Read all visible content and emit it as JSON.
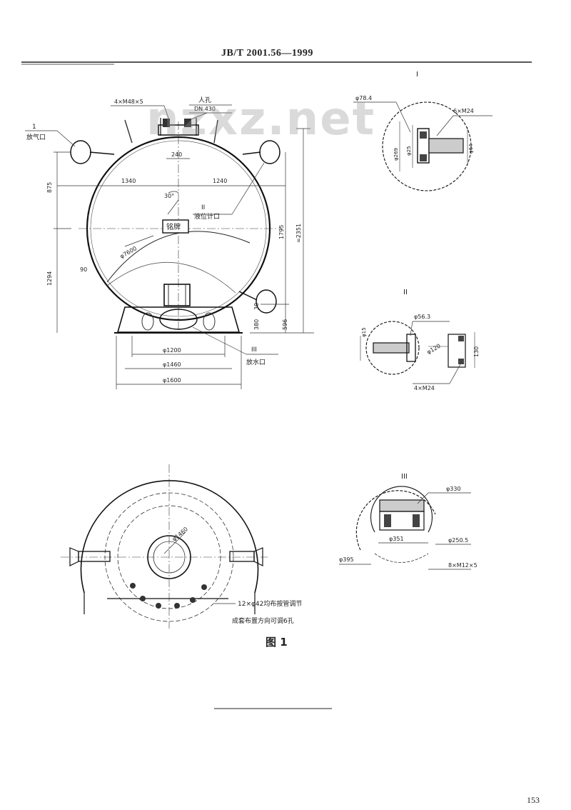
{
  "header": {
    "title": "JB/T 2001.56—1999"
  },
  "watermark": "nzxz.net",
  "caption": "图 1",
  "page_number": "153",
  "main_view": {
    "labels": {
      "bolt_top": "4×M48×5",
      "manhole": "人孔",
      "dn": "DN 430",
      "vent_no": "1",
      "vent": "放气口",
      "d240": "240",
      "d1340": "1340",
      "d1240": "1240",
      "d875": "875",
      "angle": "30°",
      "level_no": "II",
      "level": "液位计口",
      "nameplate": "铭牌",
      "d1795": "1795",
      "d2351": "≈2351",
      "d7600": "φ7600",
      "d90": "90",
      "d1294": "1294",
      "d30": "30",
      "d380": "380",
      "d596": "596",
      "d1200": "φ1200",
      "d1460": "φ1460",
      "d1600": "φ1600",
      "drain_no": "III",
      "drain": "放水口"
    }
  },
  "detail_i": {
    "title": "I",
    "labels": {
      "d784": "φ78.4",
      "bolt": "6×M24",
      "d269": "φ269",
      "d25": "φ25",
      "d64": "φ64"
    }
  },
  "detail_ii": {
    "title": "II",
    "labels": {
      "d15": "φ15",
      "d563": "φ56.3",
      "d120": "φ120",
      "d130": "130",
      "bolt": "4×M24"
    }
  },
  "detail_iii": {
    "title": "III",
    "labels": {
      "d330": "φ330",
      "d351": "φ351",
      "d2505": "φ250.5",
      "d395": "φ395",
      "bolt": "8×M12×5"
    }
  },
  "plan_view": {
    "labels": {
      "d1460": "φ1460",
      "holes_1": "12×φ42均布按管调节",
      "holes_2": "成套布置方向可调6孔"
    }
  }
}
